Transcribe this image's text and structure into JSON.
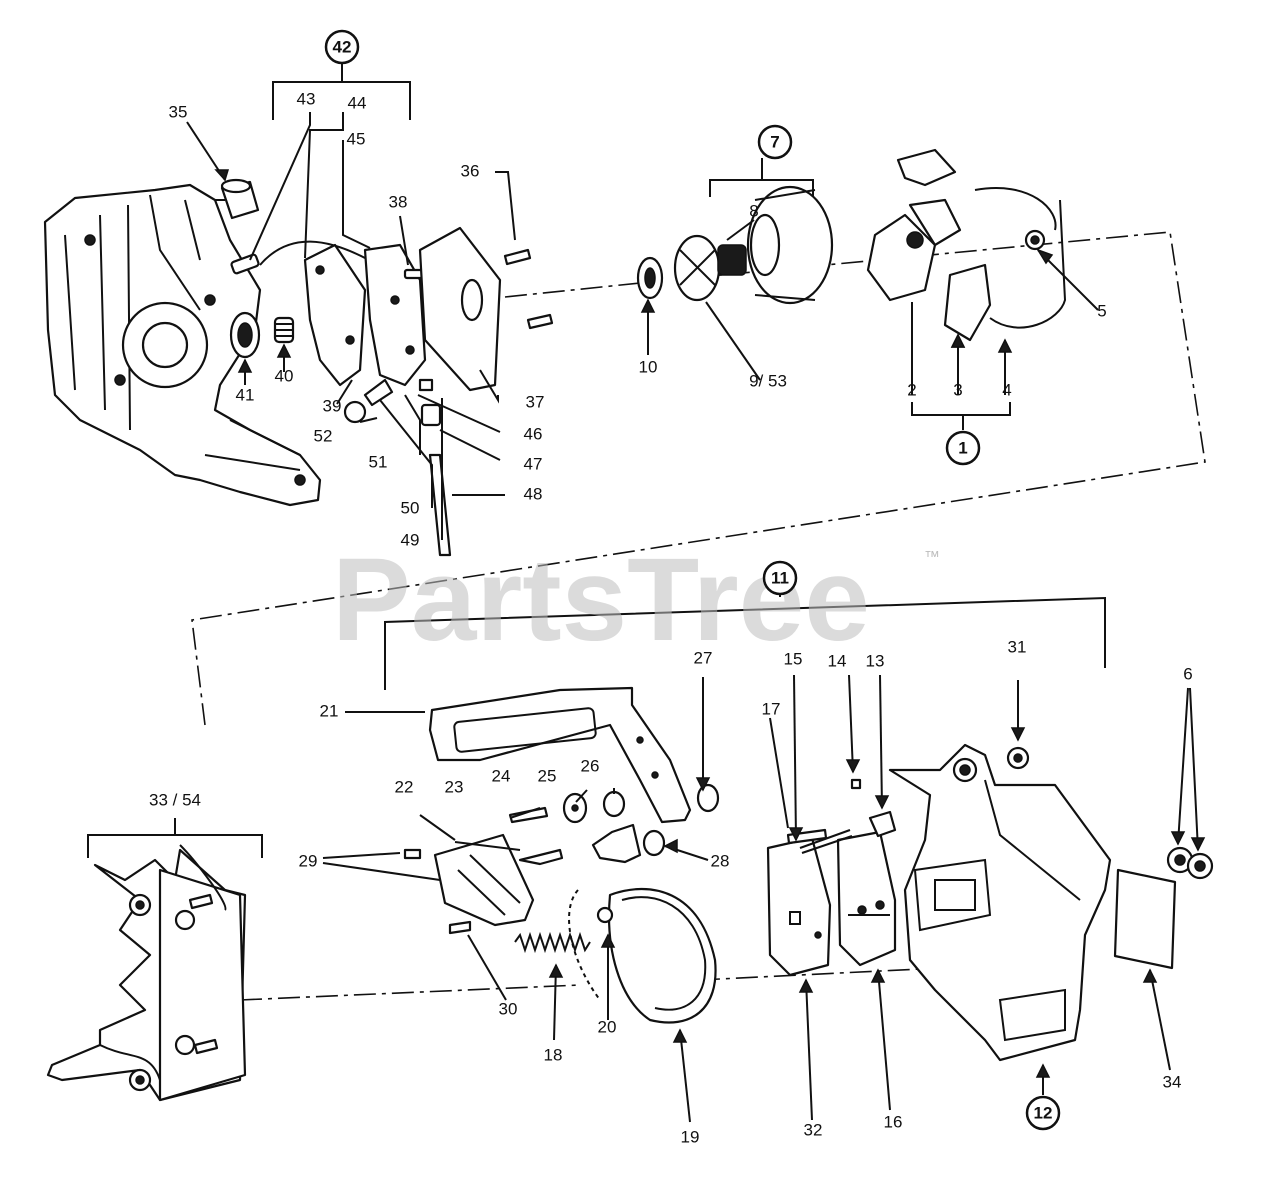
{
  "watermark": {
    "brand": "PartsTree",
    "trademark": "™"
  },
  "group_labels": {
    "g42": "42",
    "g7": "7",
    "g1": "1",
    "g11": "11",
    "g12": "12"
  },
  "part_labels": {
    "p43": "43",
    "p44": "44",
    "p45": "45",
    "p35": "35",
    "p36": "36",
    "p38": "38",
    "p8": "8",
    "p5": "5",
    "p10": "10",
    "p9_53": "9/ 53",
    "p2": "2",
    "p3": "3",
    "p4": "4",
    "p41": "41",
    "p40": "40",
    "p39": "39",
    "p37": "37",
    "p52": "52",
    "p46": "46",
    "p51": "51",
    "p47": "47",
    "p48": "48",
    "p50": "50",
    "p49": "49",
    "p27": "27",
    "p15": "15",
    "p14": "14",
    "p13": "13",
    "p31": "31",
    "p6": "6",
    "p21": "21",
    "p17": "17",
    "p24": "24",
    "p25": "25",
    "p26": "26",
    "p33_54": "33 / 54",
    "p22": "22",
    "p23": "23",
    "p29": "29",
    "p28": "28",
    "p30": "30",
    "p18": "18",
    "p20": "20",
    "p19": "19",
    "p32": "32",
    "p16": "16",
    "p34": "34"
  }
}
